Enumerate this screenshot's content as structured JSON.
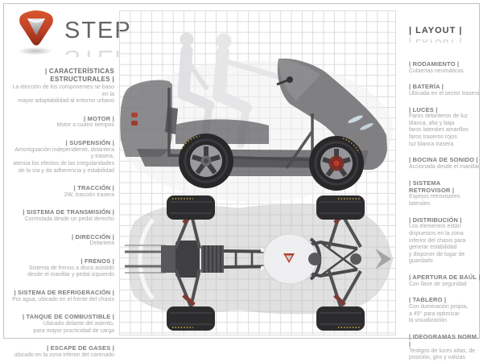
{
  "brand": {
    "name": "STEP"
  },
  "left_panel": {
    "header": "|  CARACTERÍSTICAS ESTRUCTURALES  |",
    "intro": "La elección de los componentes se baso en la\nmayor adaptabilidad al entorno urbano",
    "sections": [
      {
        "title": "|  MOTOR  |",
        "body": "Motor a cuatro tiempos"
      },
      {
        "title": "|  SUSPENSIÓN  |",
        "body": "Amortiguación independiente, delantera\ny trasera.\natenúa los efectos de las irregularidades\nde la vía y da adherencia y estabilidad"
      },
      {
        "title": "|  TRACCIÓN  |",
        "body": "2W, tracción trasera"
      },
      {
        "title": "|  SISTEMA DE TRANSMISIÓN  |",
        "body": "Controlada desde un pedal derecho"
      },
      {
        "title": "|  DIRECCIÓN  |",
        "body": "Delantera"
      },
      {
        "title": "|  FRENOS  |",
        "body": "Sistema de frenos a disco asistido\ndesde el manillar y pedal izquierdo"
      },
      {
        "title": "|  SISTEMA DE REFRIGERACIÓN  |",
        "body": "Por agua, ubicado en el frente del chasis"
      },
      {
        "title": "|  TANQUE DE COMBUSTIBLE  |",
        "body": "Ubicado delante del asiento,\npara mayor practicidad de carga"
      },
      {
        "title": "|  ESCAPE DE GASES  |",
        "body": "ubicado en la zona inferior del carenado"
      }
    ]
  },
  "right_panel": {
    "header": "|  LAYOUT  |",
    "sections": [
      {
        "title": "|  RODAMIENTO  |",
        "body": "Cubiertas neumáticas"
      },
      {
        "title": "|  BATERÍA  |",
        "body": "Ubicada en el sector trasero"
      },
      {
        "title": "|  LUCES  |",
        "body": "Faros delanteros de luz\nblanca, alta y baja\nfaros laterales amarillos\nfaros traseros rojos\nluz blanca trasera"
      },
      {
        "title": "|  BOCINA DE SONIDO  |",
        "body": "Accionada desde el manillar"
      },
      {
        "title": "|  SISTEMA RETROVISOR  |",
        "body": "Espejos retrovisores laterales"
      },
      {
        "title": "|  DISTRIBUCIÓN  |",
        "body": "Los elementos están\ndispuestos en la zona\ninferior del chasis para\ngenerar estabilidad\ny disponer de lugar de\nguardado"
      },
      {
        "title": "|  APERTURA DE BAÚL  |",
        "body": "Con llave de seguridad"
      },
      {
        "title": "|  TABLERO  |",
        "body": "Con iluminación propia,\na 45° para optimizar\nla visualización"
      },
      {
        "title": "|  IDEOGRAMAS NORM.  |",
        "body": "Testigos de luces altas, de\nposición, giro y valizas"
      }
    ]
  },
  "colors": {
    "accent_red": "#bf4226",
    "logo_metal": "#b9b9bb",
    "heading_text": "#7b7b7e",
    "body_text": "#a7a7aa",
    "grid_line": "#dcdcdc",
    "tire_marking_yellow": "#d9b13f"
  }
}
